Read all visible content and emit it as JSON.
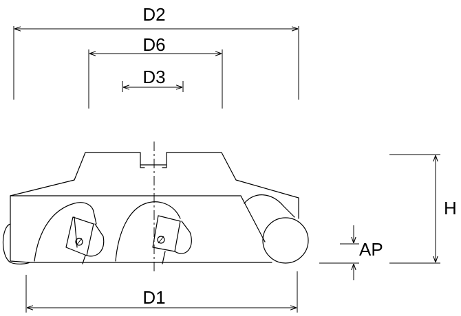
{
  "labels": {
    "d2": "D2",
    "d6": "D6",
    "d3": "D3",
    "d1": "D1",
    "h": "H",
    "ap": "AP"
  },
  "colors": {
    "line": "#000000",
    "background": "#ffffff"
  }
}
